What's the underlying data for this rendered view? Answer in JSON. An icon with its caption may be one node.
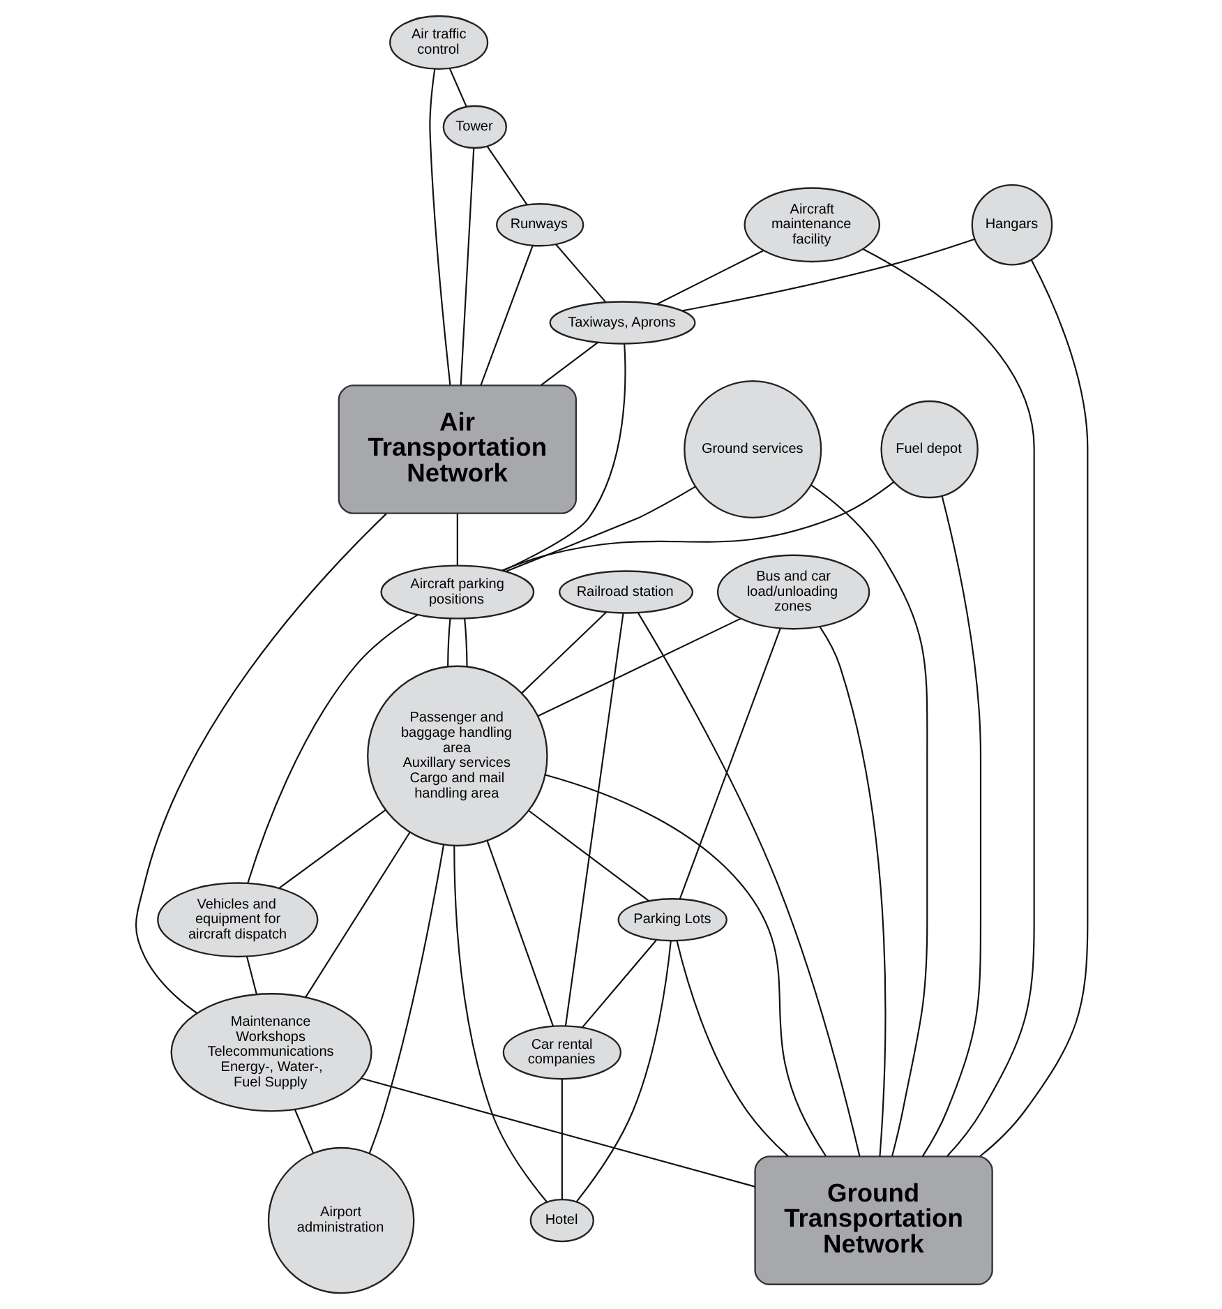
{
  "diagram": {
    "nodes": [
      {
        "text": [
          "Air Transportation Network"
        ]
      },
      {
        "text": [
          "Air traffic control"
        ]
      },
      {
        "text": [
          "Tower"
        ]
      },
      {
        "text": [
          "Fuel depot"
        ]
      },
      {
        "text": [
          "Aircraft maintenance facility"
        ]
      },
      {
        "text": [
          "Runways"
        ]
      },
      {
        "text": [
          "Taxiways, Aprons"
        ]
      },
      {
        "text": [
          "Hangars"
        ]
      },
      {
        "text": [
          "Aircraft parking positions"
        ]
      },
      {
        "text": [
          "Passenger and baggage handling area",
          "Auxillary services",
          "Cargo and mail handling area"
        ]
      },
      {
        "text": [
          "Vehicles and equipment for aircraft dispatch"
        ]
      },
      {
        "text": [
          "Ground services"
        ]
      },
      {
        "text": [
          "Maintenance Workshops",
          "Telecommunications",
          "Energy-, Water-, Fuel Supply"
        ]
      },
      {
        "text": [
          "Railroad station"
        ]
      },
      {
        "text": [
          "Bus and car load/unloading zones"
        ]
      },
      {
        "text": [
          "Parking Lots"
        ]
      },
      {
        "text": [
          "Airport administration"
        ]
      },
      {
        "text": [
          "Car rental companies"
        ]
      },
      {
        "text": [
          "Hotel"
        ]
      },
      {
        "text": [
          "Ground Transportation Network"
        ]
      }
    ],
    "edges": [
      {
        "from": 1,
        "to": 0,
        "arrow": "none"
      },
      {
        "from": 1,
        "to": 2,
        "arrow": "none"
      },
      {
        "from": 2,
        "to": 0,
        "arrow": "none"
      },
      {
        "from": 2,
        "to": 5,
        "arrow": "none"
      },
      {
        "from": 5,
        "to": 0,
        "arrow": "none"
      },
      {
        "from": 5,
        "to": 6,
        "arrow": "none"
      },
      {
        "from": 6,
        "to": 0,
        "arrow": "none"
      },
      {
        "from": 6,
        "to": 8,
        "arrow": "none"
      },
      {
        "from": 0,
        "to": 8,
        "arrow": "none"
      },
      {
        "from": 0,
        "to": 12,
        "arrow": "none"
      },
      {
        "from": 4,
        "to": 6,
        "arrow": "none"
      },
      {
        "from": 4,
        "to": 19,
        "arrow": "none"
      },
      {
        "from": 3,
        "to": 19,
        "arrow": "none"
      },
      {
        "from": 3,
        "to": 8,
        "arrow": "none"
      },
      {
        "from": 7,
        "to": 6,
        "arrow": "none"
      },
      {
        "from": 7,
        "to": 19,
        "arrow": "none"
      },
      {
        "from": 11,
        "to": 8,
        "arrow": "none"
      },
      {
        "from": 11,
        "to": 19,
        "arrow": "none"
      },
      {
        "from": 8,
        "to": 9,
        "arrow": "none"
      },
      {
        "from": 8,
        "to": 10,
        "arrow": "none"
      },
      {
        "from": 9,
        "to": 8,
        "arrow": "none"
      },
      {
        "from": 9,
        "to": 10,
        "arrow": "none"
      },
      {
        "from": 9,
        "to": 12,
        "arrow": "none"
      },
      {
        "from": 9,
        "to": 16,
        "arrow": "none"
      },
      {
        "from": 10,
        "to": 12,
        "arrow": "none"
      },
      {
        "from": 12,
        "to": 16,
        "arrow": "none"
      },
      {
        "from": 12,
        "to": 19,
        "arrow": "none"
      },
      {
        "from": 13,
        "to": 19,
        "arrow": "none"
      },
      {
        "from": 13,
        "to": 9,
        "arrow": "none"
      },
      {
        "from": 13,
        "to": 17,
        "arrow": "none"
      },
      {
        "from": 9,
        "to": 19,
        "arrow": "none"
      },
      {
        "from": 14,
        "to": 9,
        "arrow": "none"
      },
      {
        "from": 14,
        "to": 19,
        "arrow": "none"
      },
      {
        "from": 14,
        "to": 15,
        "arrow": "none"
      },
      {
        "from": 15,
        "to": 19,
        "arrow": "none"
      },
      {
        "from": 15,
        "to": 18,
        "arrow": "none"
      },
      {
        "from": 15,
        "to": 17,
        "arrow": "none"
      },
      {
        "from": 17,
        "to": 18,
        "arrow": "none"
      },
      {
        "from": 9,
        "to": 15,
        "arrow": "none"
      },
      {
        "from": 9,
        "to": 17,
        "arrow": "none"
      },
      {
        "from": 9,
        "to": 18,
        "arrow": "none"
      }
    ]
  }
}
